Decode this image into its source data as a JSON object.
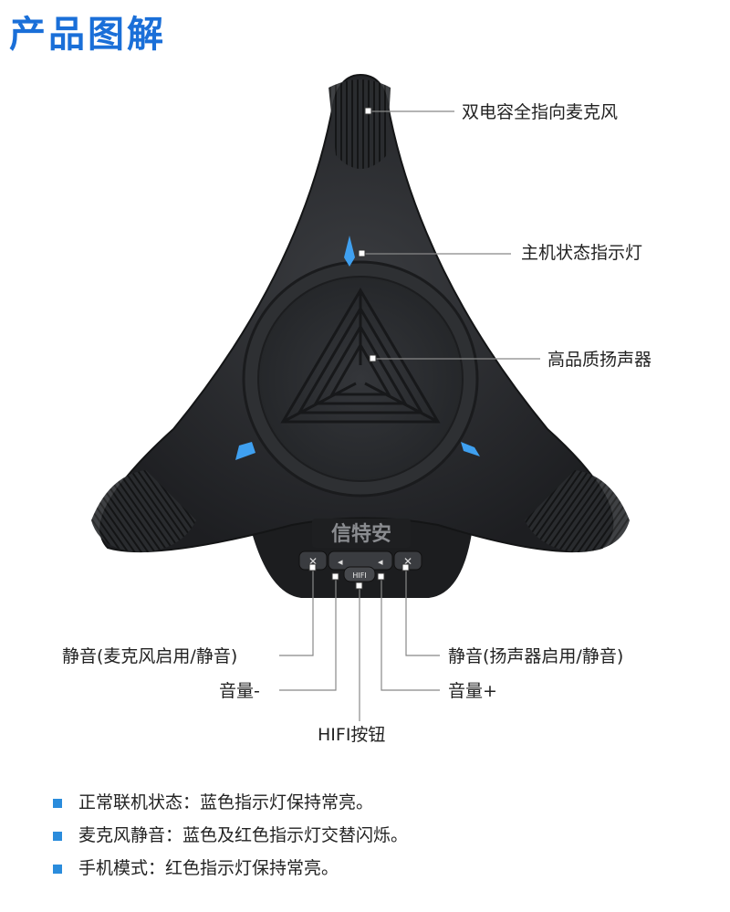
{
  "title": "产品图解",
  "brand_logo": "信特安",
  "hifi_button_text": "HIFI",
  "callouts": {
    "mic": "双电容全指向麦克风",
    "indicator": "主机状态指示灯",
    "speaker": "高品质扬声器",
    "mute_mic": "静音(麦克风启用/静音)",
    "volume_down": "音量-",
    "hifi": "HIFI按钮",
    "mute_speaker": "静音(扬声器启用/静音)",
    "volume_up": "音量+"
  },
  "notes": [
    "正常联机状态：蓝色指示灯保持常亮。",
    "麦克风静音：蓝色及红色指示灯交替闪烁。",
    "手机模式：红色指示灯保持常亮。"
  ],
  "colors": {
    "title": "#1a6fd8",
    "device_body": "#2b2d30",
    "led": "#3fa0f0",
    "bullet": "#2a8cdc"
  },
  "icons": {
    "mic_mute": "mic-mute-icon",
    "volume_down": "volume-down-icon",
    "volume_up": "volume-up-icon",
    "speaker_mute": "speaker-mute-icon"
  }
}
